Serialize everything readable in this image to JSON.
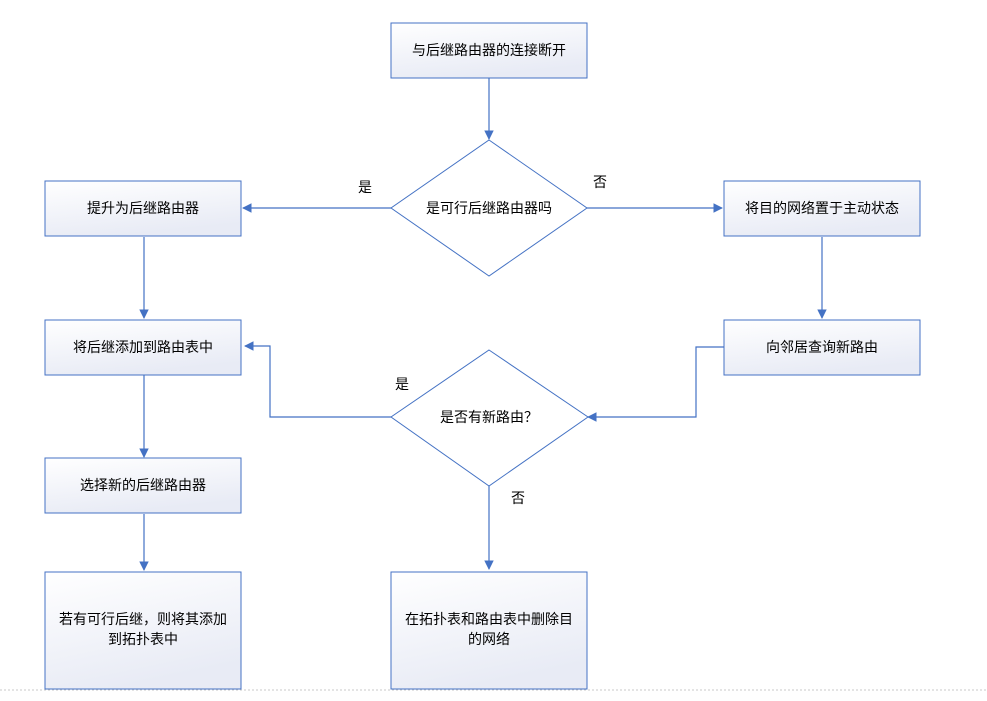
{
  "colors": {
    "line": "#4472c4",
    "box_fill_top": "#ffffff",
    "box_fill_bottom": "#e9ecf6",
    "text": "#000000"
  },
  "nodes": {
    "disconnect": {
      "text": "与后继路由器的连接断开"
    },
    "decision_feasible": {
      "text": "是可行后继路由器吗"
    },
    "promote": {
      "text": "提升为后继路由器"
    },
    "set_active": {
      "text": "将目的网络置于主动状态"
    },
    "add_successor": {
      "text": "将后继添加到路由表中"
    },
    "query_neighbors": {
      "text": "向邻居查询新路由"
    },
    "decision_new_route": {
      "text": "是否有新路由？"
    },
    "select_successor": {
      "text": "选择新的后继路由器"
    },
    "add_feasible_line1": {
      "text": "若有可行后继，则将其添加"
    },
    "add_feasible_line2": {
      "text": "到拓扑表中"
    },
    "delete_line1": {
      "text": "在拓扑表和路由表中删除目"
    },
    "delete_line2": {
      "text": "的网络"
    }
  },
  "edge_labels": {
    "feasible_yes": "是",
    "feasible_no": "否",
    "new_route_yes": "是",
    "new_route_no": "否"
  }
}
